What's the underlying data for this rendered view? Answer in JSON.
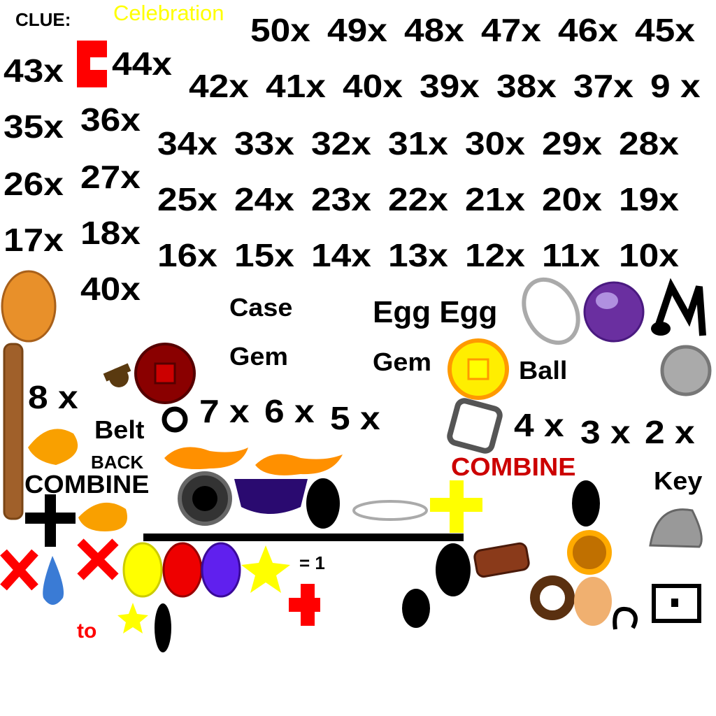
{
  "clue_label": "CLUE:",
  "clue_word": "Celebration",
  "rows": {
    "r1": [
      "50x",
      "49x",
      "48x",
      "47x",
      "46x",
      "45x"
    ],
    "r2": [
      "42x",
      "41x",
      "40x",
      "39x",
      "38x",
      "37x",
      "9 x"
    ],
    "r3": [
      "34x",
      "33x",
      "32x",
      "31x",
      "30x",
      "29x",
      "28x"
    ],
    "r4": [
      "25x",
      "24x",
      "23x",
      "22x",
      "21x",
      "20x",
      "19x"
    ],
    "r5": [
      "16x",
      "15x",
      "14x",
      "13x",
      "12x",
      "11x",
      "10x"
    ]
  },
  "left": {
    "n43": "43x",
    "n44": "44x",
    "n35": "35x",
    "n36": "36x",
    "n26": "26x",
    "n27": "27x",
    "n17": "17x",
    "n18": "18x",
    "n40": "40x",
    "n8": "8 x"
  },
  "mid": {
    "seven": "7 x",
    "six": "6 x",
    "five": "5 x",
    "four": "4 x",
    "three": "3 x",
    "two": "2 x"
  },
  "words": {
    "case": "Case",
    "egg_egg": "Egg Egg",
    "gem1": "Gem",
    "gem2": "Gem",
    "ball": "Ball",
    "belt": "Belt",
    "back": "BACK",
    "combine1": "COMBINE",
    "combine2": "COMBINE",
    "key": "Key",
    "equals_one": "= 1",
    "to": "to"
  },
  "colors": {
    "clue_word": "#ffff00",
    "red": "#ff0000",
    "combine_red": "#cc0000",
    "yellow": "#ffff00",
    "orange": "#e8902a",
    "purple": "#6a2fa0"
  }
}
